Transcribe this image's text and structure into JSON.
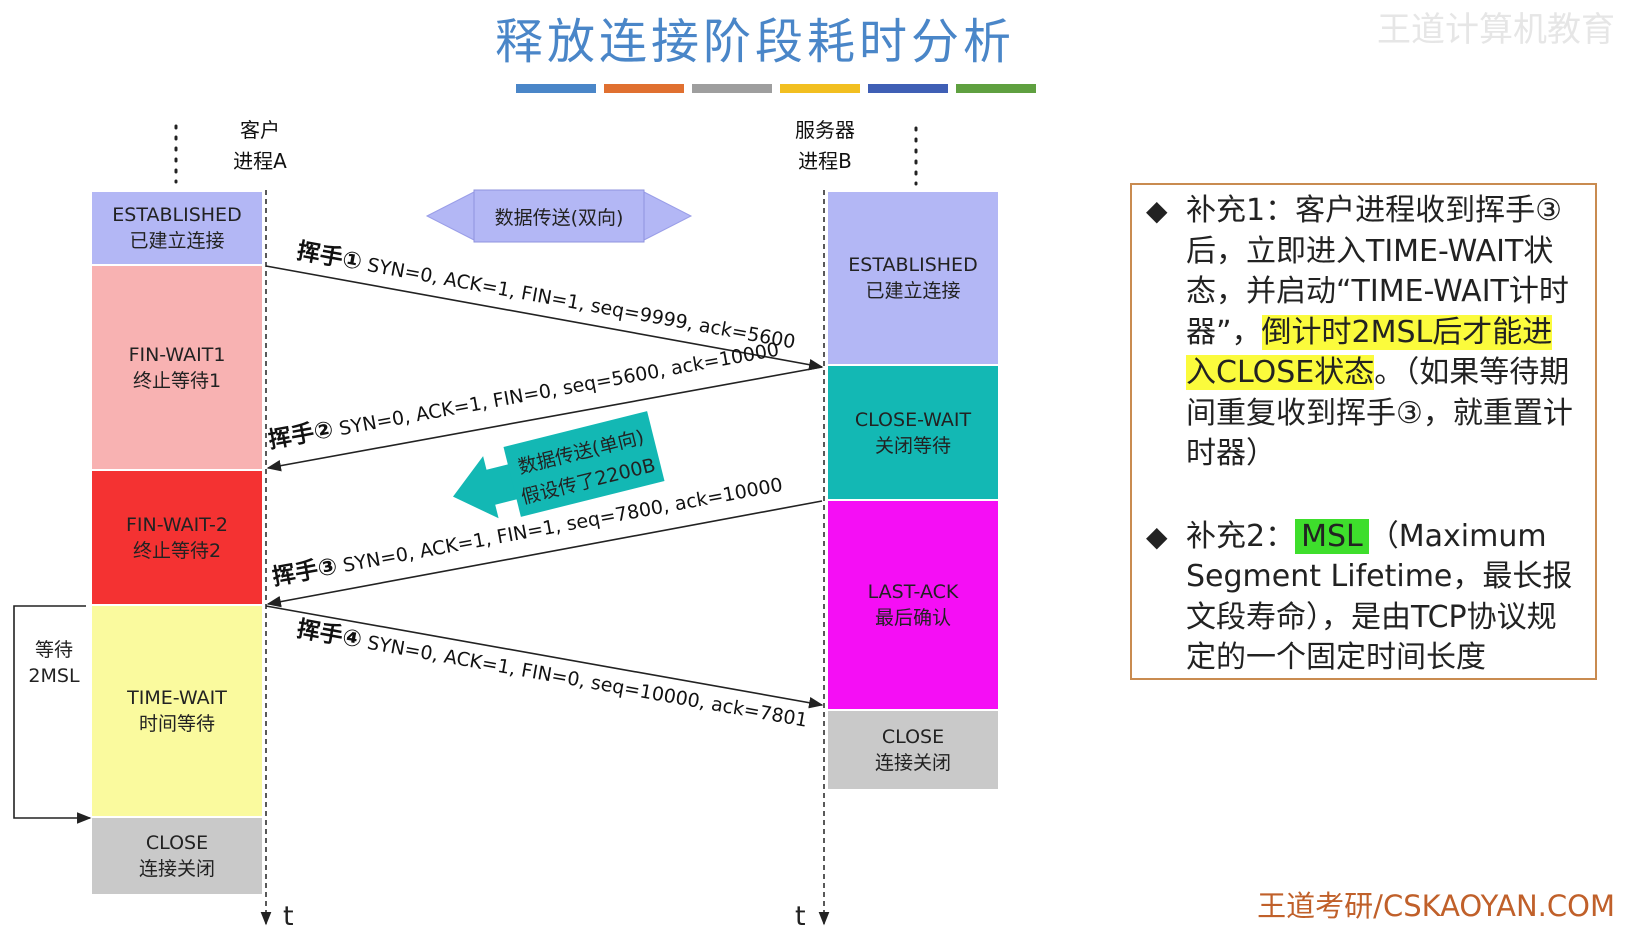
{
  "title": "释放连接阶段耗时分析",
  "watermark": "王道计算机教育",
  "title_bar_colors": [
    "#4a86c8",
    "#e07030",
    "#9e9e9e",
    "#f2bf20",
    "#3f5fb5",
    "#5fa040"
  ],
  "client": {
    "line1": "客户",
    "line2": "进程A"
  },
  "server": {
    "line1": "服务器",
    "line2": "进程B"
  },
  "client_states": [
    {
      "name": "ESTABLISHED",
      "desc": "已建立连接",
      "color": "#b3b7f5"
    },
    {
      "name": "FIN-WAIT1",
      "desc": "终止等待1",
      "color": "#f8b2b2"
    },
    {
      "name": "FIN-WAIT-2",
      "desc": "终止等待2",
      "color": "#f43232"
    },
    {
      "name": "TIME-WAIT",
      "desc": "时间等待",
      "color": "#fafa9e"
    },
    {
      "name": "CLOSE",
      "desc": "连接关闭",
      "color": "#c9c9c9"
    }
  ],
  "server_states": [
    {
      "name": "ESTABLISHED",
      "desc": "已建立连接",
      "color": "#b3b7f5"
    },
    {
      "name": "CLOSE-WAIT",
      "desc": "关闭等待",
      "color": "#13b8b4"
    },
    {
      "name": "LAST-ACK",
      "desc": "最后确认",
      "color": "#f50ef5"
    },
    {
      "name": "CLOSE",
      "desc": "连接关闭",
      "color": "#c9c9c9"
    }
  ],
  "wait_label": {
    "line1": "等待",
    "line2": "2MSL"
  },
  "transfer_bidirectional": "数据传送(双向)",
  "transfer_unidirectional": {
    "line1": "数据传送(单向)",
    "line2": "假设传了2200B"
  },
  "handshakes": [
    {
      "label": "挥手①",
      "fields": "SYN=0, ACK=1, FIN=1, seq=9999, ack=5600"
    },
    {
      "label": "挥手②",
      "fields": "SYN=0, ACK=1, FIN=0, seq=5600, ack=10000"
    },
    {
      "label": "挥手③",
      "fields": "SYN=0, ACK=1, FIN=1, seq=7800, ack=10000"
    },
    {
      "label": "挥手④",
      "fields": "SYN=0, ACK=1, FIN=0, seq=10000, ack=7801"
    }
  ],
  "time_label": "t",
  "notes": {
    "note1": {
      "pre": "补充1：客户进程收到挥手③后，立即进入TIME-WAIT状态，并启动“TIME-WAIT计时器”，",
      "highlight": "倒计时2MSL后才能进入CLOSE状态",
      "post": "。（如果等待期间重复收到挥手③，就重置计时器）"
    },
    "note2": {
      "pre": "补充2：",
      "highlight": "MSL",
      "post": "（Maximum Segment Lifetime，最长报文段寿命），是由TCP协议规定的一个固定时间长度"
    }
  },
  "footer": "王道考研/CSKAOYAN.COM"
}
